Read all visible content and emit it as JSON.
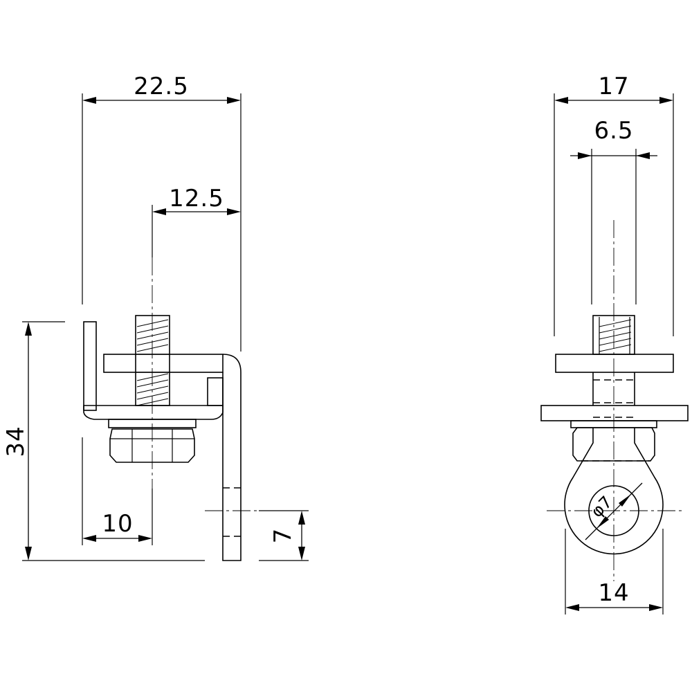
{
  "dimensions": {
    "overall_width": "22.5",
    "bolt_offset": "12.5",
    "bracket_to_bolt": "10",
    "overall_height": "34",
    "hole_spacing": "7",
    "side_width": "17",
    "bolt_width": "6.5",
    "eye_width": "14",
    "hole_diameter": "φ7"
  },
  "colors": {
    "line": "#000000",
    "background": "#ffffff"
  }
}
